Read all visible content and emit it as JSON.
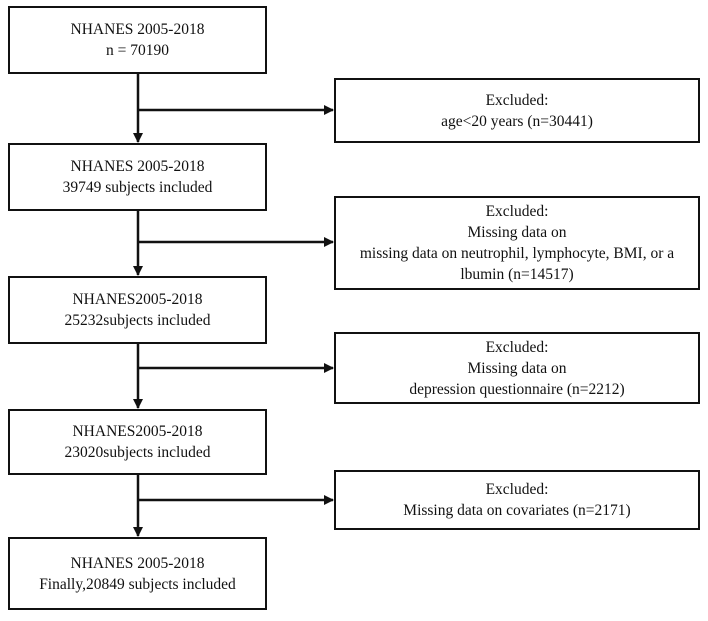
{
  "main_boxes": [
    {
      "lines": [
        "NHANES 2005-2018",
        "n = 70190"
      ]
    },
    {
      "lines": [
        "NHANES 2005-2018",
        "39749 subjects included"
      ]
    },
    {
      "lines": [
        "NHANES2005-2018",
        "25232subjects included"
      ]
    },
    {
      "lines": [
        "NHANES2005-2018",
        "23020subjects included"
      ]
    },
    {
      "lines": [
        "NHANES 2005-2018",
        "Finally,20849 subjects included"
      ]
    }
  ],
  "excluded_boxes": [
    {
      "lines": [
        "Excluded:",
        "age<20 years (n=30441)"
      ]
    },
    {
      "lines": [
        "Excluded:",
        "Missing data on",
        "missing data on neutrophil, lymphocyte, BMI, or a",
        "lbumin (n=14517)"
      ]
    },
    {
      "lines": [
        "Excluded:",
        "Missing data on",
        "depression questionnaire (n=2212)"
      ]
    },
    {
      "lines": [
        "Excluded:",
        "Missing data on covariates (n=2171)"
      ]
    }
  ],
  "colors": {
    "line": "#111111",
    "background": "#ffffff"
  }
}
